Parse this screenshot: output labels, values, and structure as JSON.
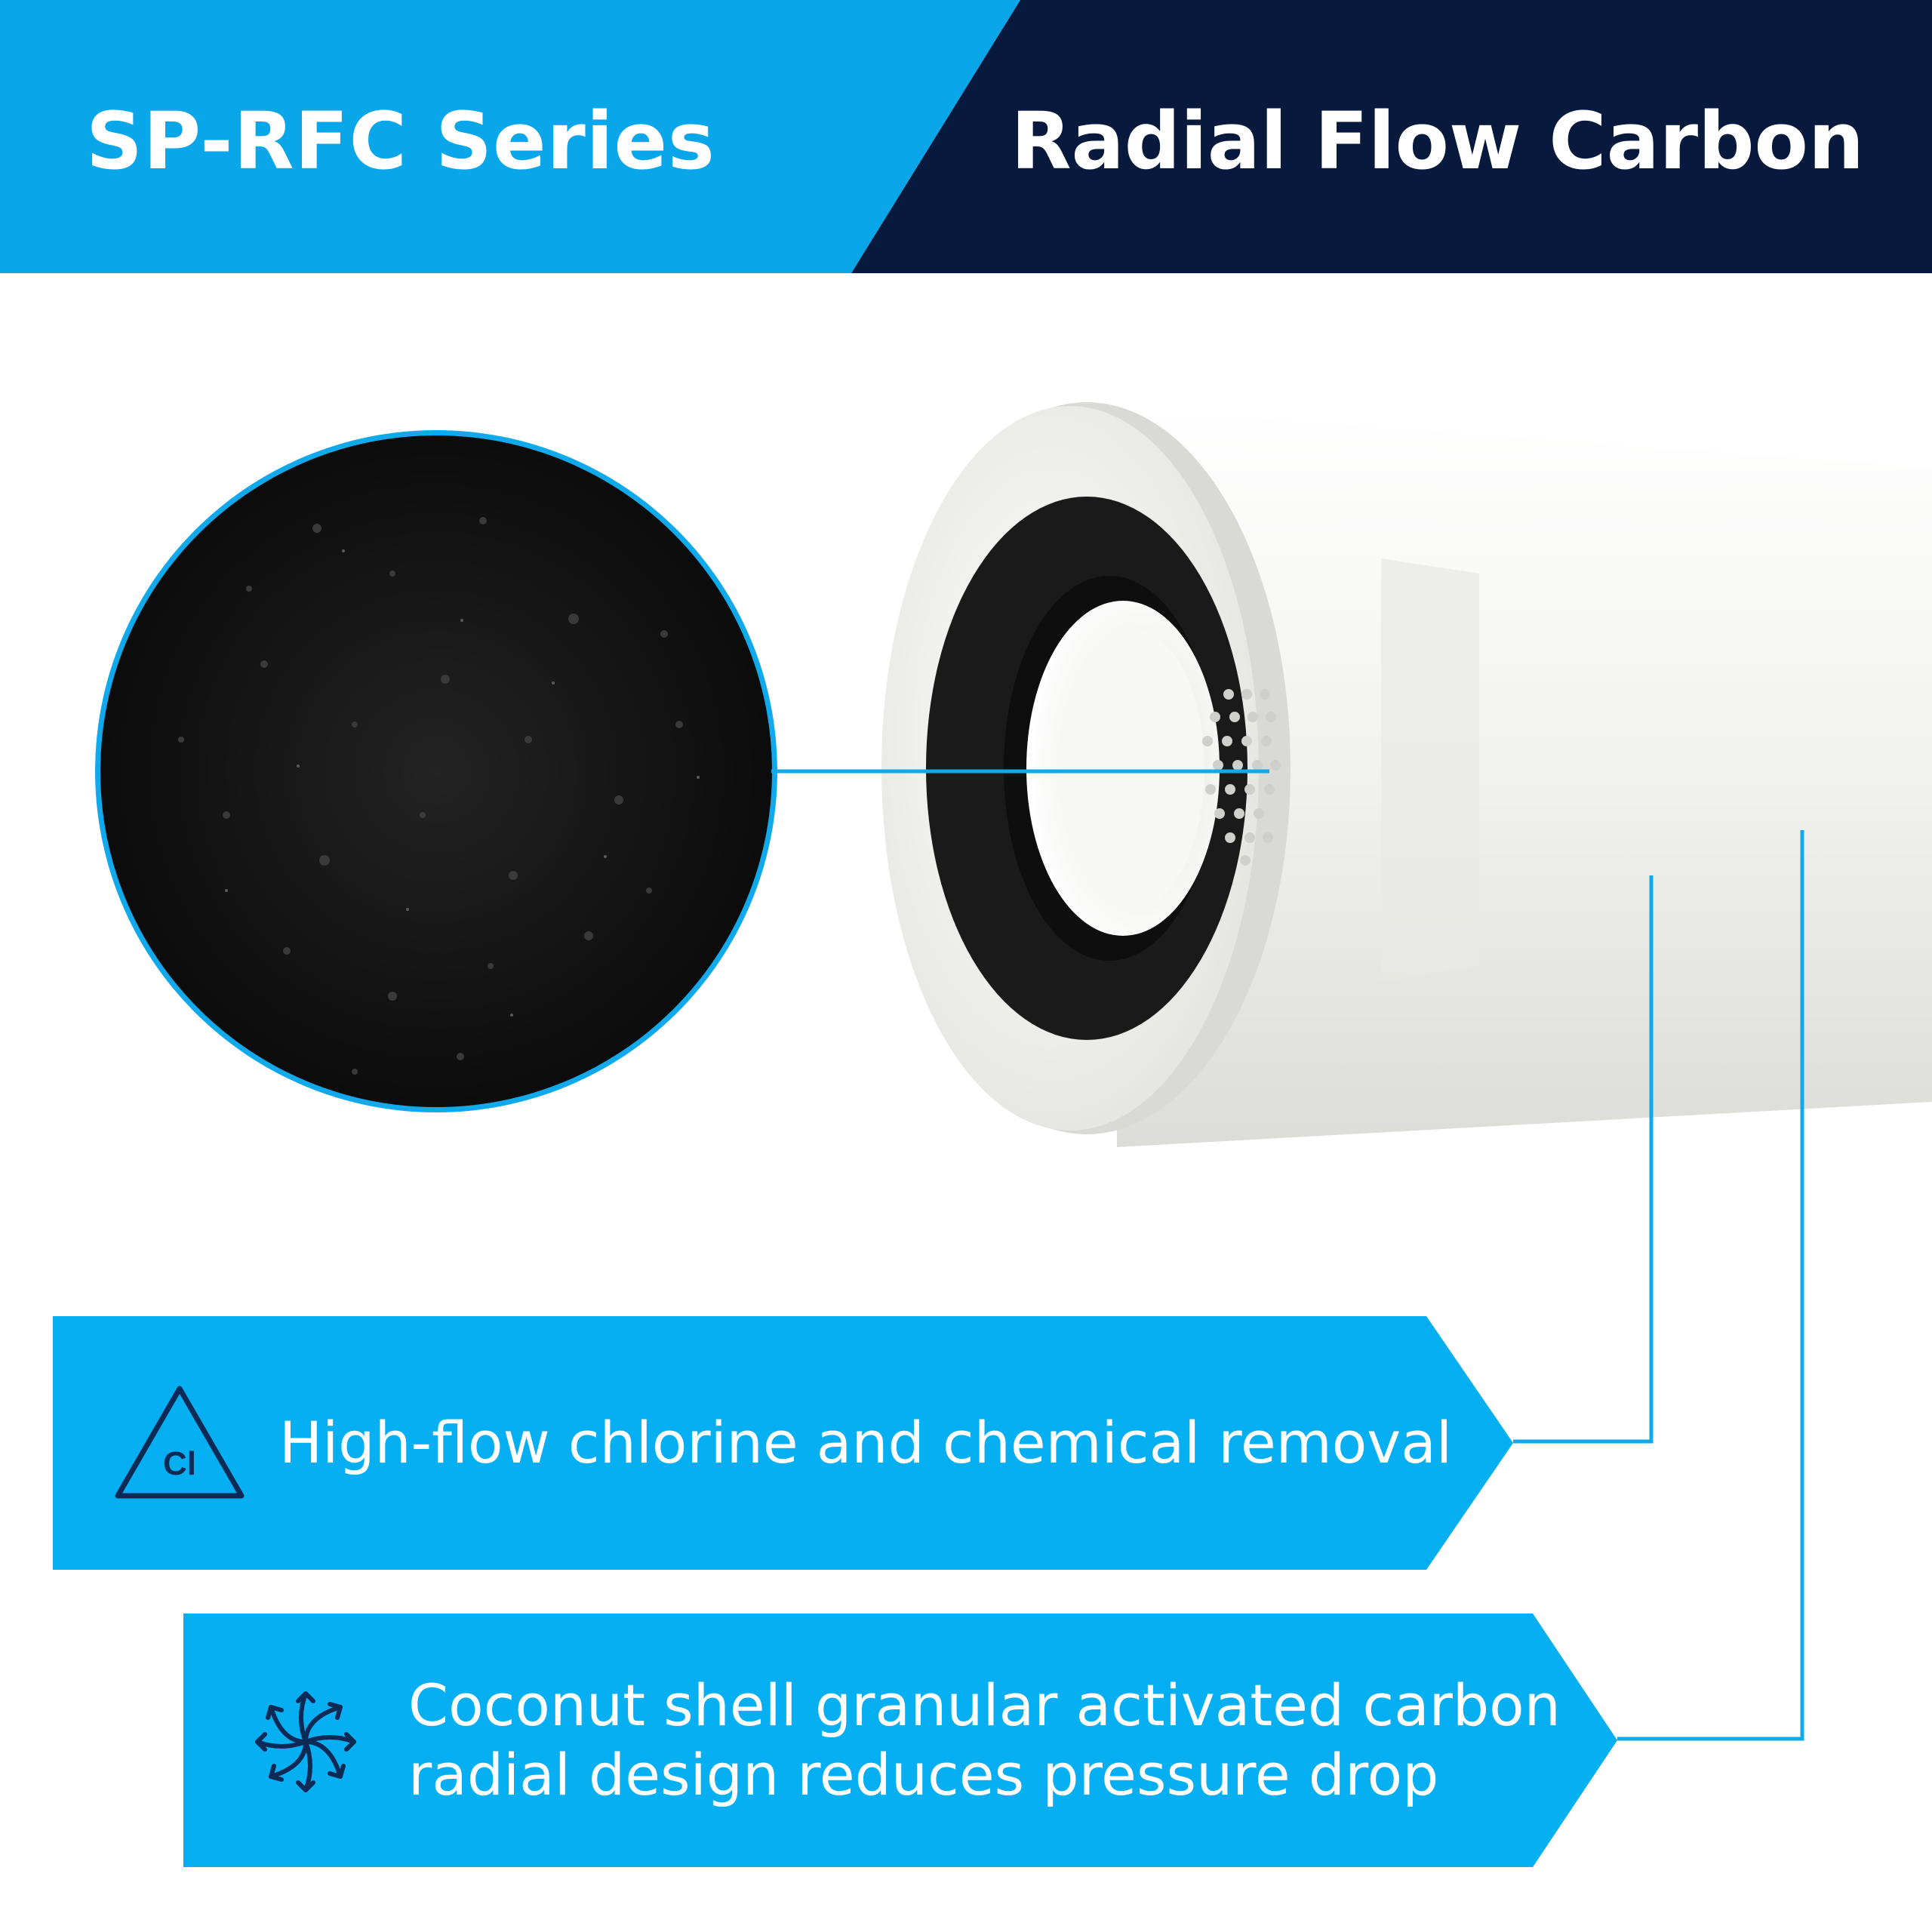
{
  "header": {
    "series_title": "SP-RFC Series",
    "product_title": "Radial Flow Carbon"
  },
  "features": [
    {
      "icon": "chlorine-triangle-icon",
      "icon_label": "Cl",
      "text": "High-flow chlorine and chemical removal"
    },
    {
      "icon": "radial-flow-arrows-icon",
      "lines": [
        "Coconut shell granular activated carbon",
        "radial design reduces pressure drop"
      ]
    }
  ],
  "colors": {
    "accent_blue": "#05aff2",
    "banner_blue": "#0aa6ea",
    "navy": "#071a3d",
    "carbon": "#141414",
    "cartridge_white": "#f2f2ef"
  }
}
